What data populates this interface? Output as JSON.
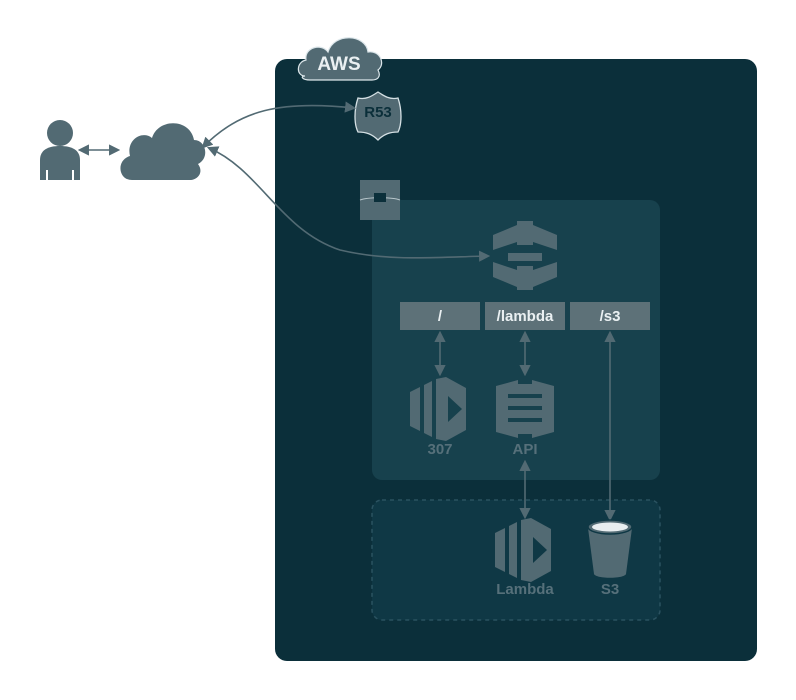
{
  "aws_cloud": {
    "label": "AWS"
  },
  "route53": {
    "label": "R53"
  },
  "routes": [
    {
      "label": "/"
    },
    {
      "label": "/lambda"
    },
    {
      "label": "/s3"
    }
  ],
  "services": {
    "redirect": {
      "label": "307"
    },
    "api": {
      "label": "API"
    },
    "lambda": {
      "label": "Lambda"
    },
    "s3": {
      "label": "S3"
    }
  },
  "colors": {
    "aws_panel": "#0b2f3a",
    "vpc_panel": "#17414d",
    "icon_gray": "#526a73",
    "route_box": "#5d7178",
    "text_light": "#eaf0f2",
    "text_muted": "#56707a"
  },
  "icons": [
    "user-icon",
    "internet-cloud-icon",
    "aws-cloud-icon",
    "route53-shield-icon",
    "gateway-icon",
    "load-balancer-icon",
    "lambda-icon",
    "api-gateway-icon",
    "s3-bucket-icon"
  ]
}
